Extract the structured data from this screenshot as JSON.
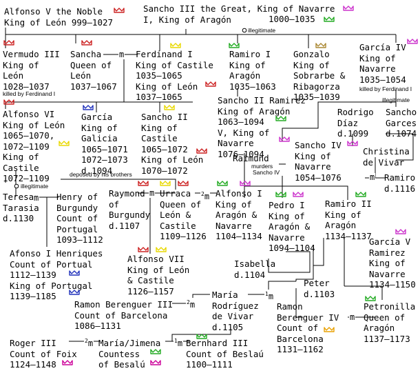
{
  "colors": {
    "navarre": "#cc33cc",
    "leon": "#cc2222",
    "castile": "#e8d800",
    "aragon": "#22aa22",
    "galicia": "#2233bb",
    "sobrarbe": "#aa8833",
    "portugal": "#2233bb",
    "barcelona": "#e8a000",
    "foix": "#cc0099",
    "besalu": "#22aa22"
  },
  "marriage_symbol": "m",
  "people": {
    "alfonso_v": [
      "Alfonso V the Noble",
      "King of León 999–1027"
    ],
    "sancho_iii": [
      "Sancho III the Great, King of Navarre",
      "I, King of Aragón",
      "1000–1035"
    ],
    "vermudo_iii": [
      "Vermudo III",
      "King of",
      "León",
      "1028–1037"
    ],
    "sancha": [
      "Sancha",
      "Queen of",
      "León",
      "1037–1067"
    ],
    "ferdinand_i": [
      "Ferdinand I",
      "King of Castile",
      "1035–1065",
      "King of León",
      "1037–1065"
    ],
    "ramiro_i": [
      "Ramiro I",
      "King of",
      "Aragón",
      "1035–1063"
    ],
    "gonzalo": [
      "Gonzalo",
      "King of",
      "Sobrarbe &",
      "Ribagorza",
      "1035–1039"
    ],
    "garcia_iv": [
      "García IV",
      "King of",
      "Navarre",
      "1035–1054"
    ],
    "alfonso_vi": [
      "Alfonso VI",
      "King of León",
      "1065–1070,",
      "1072–1109",
      "King of",
      "Castile",
      "1072–1109"
    ],
    "garcia_galicia": [
      "García",
      "King of",
      "Galicia",
      "1065–1071",
      "1072–1073",
      "d.1094"
    ],
    "sancho_ii": [
      "Sancho II",
      "King of",
      "Castile",
      "1065–1072",
      "King of León",
      "1070–1072"
    ],
    "sancho_ii_ramirez": [
      "Sancho II Ramirez",
      "King of Aragón",
      "1063–1094",
      "V, King of",
      "Navarre",
      "1076–1094"
    ],
    "rodrigo": [
      "Rodrigo",
      "Díaz",
      "d.1099"
    ],
    "sancho_garces": [
      "Sancho",
      "Garces",
      "d.1074"
    ],
    "christina": [
      "Christina",
      "de Vivar"
    ],
    "raimund": [
      "Raimund"
    ],
    "sancho_iv": [
      "Sancho IV",
      "King of",
      "Navarre",
      "1054–1076"
    ],
    "ramiro_right": [
      "Ramiro",
      "d.1116"
    ],
    "teresa": [
      "Teresa/",
      "Tarasia",
      "d.1130"
    ],
    "henry": [
      "Henry of",
      "Burgundy",
      "Count of",
      "Portugal",
      "1093–1112"
    ],
    "raymond": [
      "Raymond",
      "of",
      "Burgundy",
      "d.1107"
    ],
    "urraca": [
      "Urraca",
      "Queen of",
      "León &",
      "Castile",
      "1109–1126"
    ],
    "alfonso_i": [
      "Alfonso I",
      "King of",
      "Aragón &",
      "Navarre",
      "1104–1134"
    ],
    "pedro_i": [
      "Pedro I",
      "King of",
      "Aragón &",
      "Navarre",
      "1094–1104"
    ],
    "ramiro_ii": [
      "Ramiro II",
      "King of",
      "Aragón",
      "1134–1137"
    ],
    "garcia_v": [
      "García V",
      "Ramirez",
      "King of",
      "Navarre",
      "1134–1150"
    ],
    "afonso_i": [
      "Afonso I Henriques",
      "Count of Portual",
      "1112–1139",
      "King of Portugal",
      "1139–1185"
    ],
    "alfonso_vii": [
      "Alfonso VII",
      "King of León",
      "& Castile",
      "1126–1157"
    ],
    "isabella": [
      "Isabella",
      "d.1104"
    ],
    "peter": [
      "Peter",
      "d.1103"
    ],
    "ramon_iii": [
      "Ramon Berenguer III",
      "Count of Barcelona",
      "1086–1131"
    ],
    "maria_r": [
      "María",
      "Rodríguez",
      "de Vivar",
      "d.1105"
    ],
    "ramon_iv": [
      "Ramon",
      "Berenguer IV",
      "Count of",
      "Barcelona",
      "1131–1162"
    ],
    "petronilla": [
      "Petronilla",
      "Queen of",
      "Aragón",
      "1137–1173"
    ],
    "roger_iii": [
      "Roger III",
      "Count of Foix",
      "1124–1148"
    ],
    "maria_jimena": [
      "María/Jimena",
      "Countess",
      "of Besalú"
    ],
    "bernhard_iii": [
      "Bernhard III",
      "Count of Beslaú",
      "1100–1111"
    ]
  },
  "notes": {
    "killed_by_ferdinand": "killed by Ferdinand I",
    "killed_by_ferdinand_2": "killed by Ferdinand I",
    "deposed": "deposed by his brothers",
    "illegitimate_1": "illegitimate",
    "illegitimate_2": "illegitimate",
    "illegitimate_3": "illegitimate",
    "murders": "murders",
    "murders_target": "Sancho IV",
    "marriage_two_1": "2",
    "marriage_two_2": "2",
    "marriage_two_3": "2",
    "marriage_one_1": "1",
    "marriage_one_2": "1"
  }
}
